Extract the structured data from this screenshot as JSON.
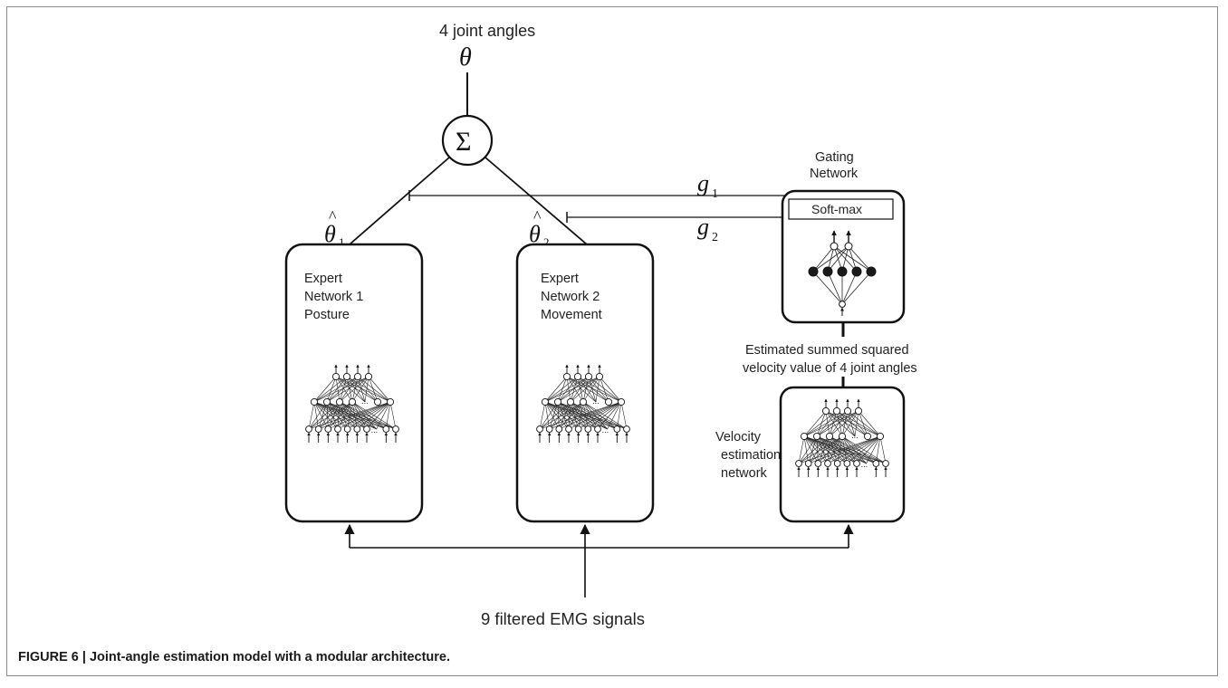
{
  "figure": {
    "output_label": "4 joint angles",
    "output_symbol": "θ",
    "sum_symbol": "Σ",
    "theta_hat_1": "θ",
    "theta_hat_1_sub": "1",
    "theta_hat_2": "θ",
    "theta_hat_2_sub": "2",
    "hat_mark": "^",
    "gate_g1": "g",
    "gate_g1_sub": "1",
    "gate_g2": "g",
    "gate_g2_sub": "2",
    "gating_title_line1": "Gating",
    "gating_title_line2": "Network",
    "softmax_label": "Soft-max",
    "expert1_line1": "Expert",
    "expert1_line2": "Network 1",
    "expert1_line3": "Posture",
    "expert2_line1": "Expert",
    "expert2_line2": "Network 2",
    "expert2_line3": "Movement",
    "velocity_label_line1": "Estimated summed squared",
    "velocity_label_line2": "velocity value of 4 joint angles",
    "velocity_net_line1": "Velocity",
    "velocity_net_line2": "estimation",
    "velocity_net_line3": "network",
    "ellipsis": "...",
    "input_label": "9 filtered EMG signals"
  },
  "caption": "FIGURE 6 | Joint-angle estimation model with a modular architecture."
}
